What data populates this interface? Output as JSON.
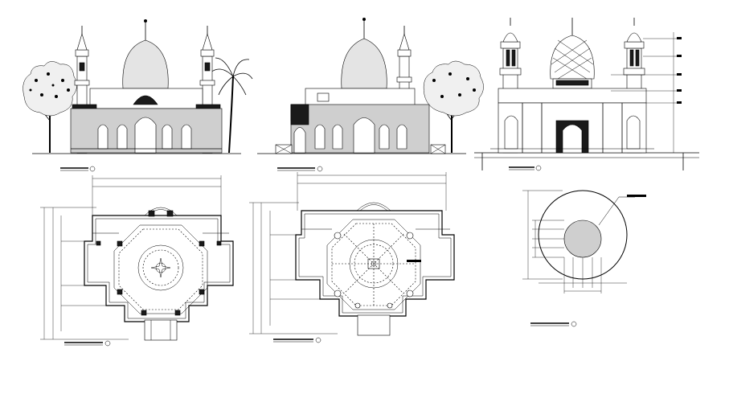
{
  "drawing": {
    "views": [
      {
        "id": "front-elevation",
        "kind": "elevation"
      },
      {
        "id": "side-elevation",
        "kind": "elevation"
      },
      {
        "id": "section-elevation",
        "kind": "section"
      },
      {
        "id": "ground-floor-plan",
        "kind": "plan"
      },
      {
        "id": "roof-plan",
        "kind": "plan"
      },
      {
        "id": "dome-plan",
        "kind": "plan"
      }
    ],
    "colors": {
      "line": "#000000",
      "fill_grey": "#cfcfcf",
      "fill_dark": "#1a1a1a",
      "background": "#ffffff"
    }
  }
}
